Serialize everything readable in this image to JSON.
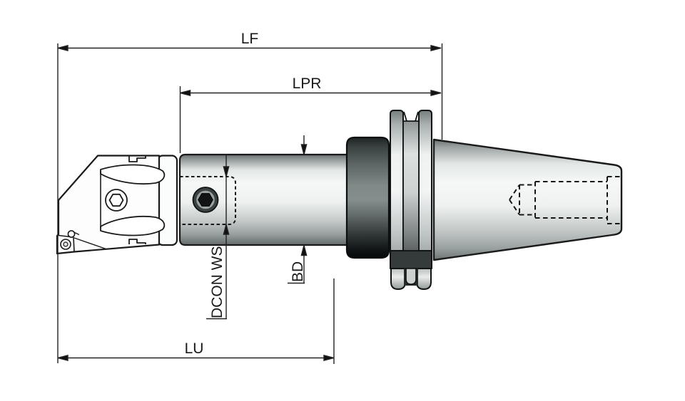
{
  "figure": {
    "background_color": "#ffffff",
    "outline_color": "#1a1a1a",
    "dimension_line_color": "#222222",
    "metal_highlight": "#f6f8f8",
    "metal_shadow": "#6d7474",
    "collar_dark_color": "#14181a"
  },
  "dimension_labels": {
    "overall_length": "LF",
    "projection_length": "LPR",
    "connection_size": "DCON WS",
    "body_diameter": "BD",
    "usable_length": "LU"
  }
}
